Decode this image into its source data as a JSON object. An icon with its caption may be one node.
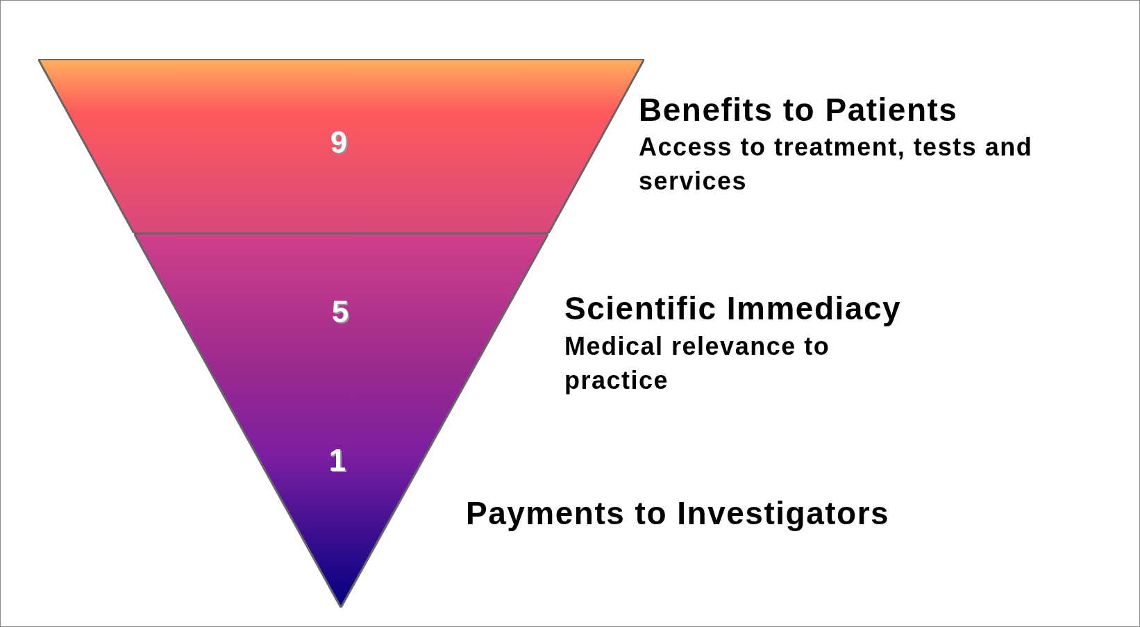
{
  "diagram": {
    "nodes": [
      {
        "text": [
          "9"
        ]
      },
      {
        "text": [
          "5",
          "1"
        ]
      }
    ],
    "labels": [
      "Benefits to Patients",
      "Access to treatment, tests and services",
      "Scientific Immediacy",
      "Medical relevance to practice",
      "Payments to Investigators"
    ]
  }
}
